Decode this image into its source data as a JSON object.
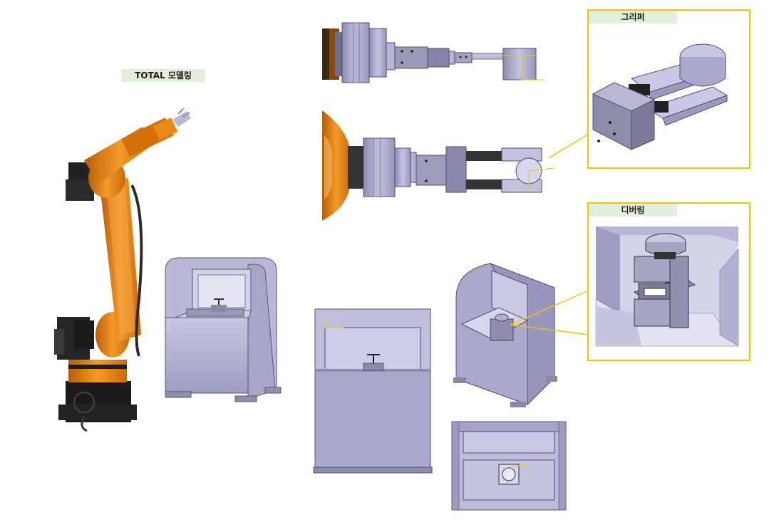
{
  "labels": {
    "total": "TOTAL 모델링",
    "gripper": "그리퍼",
    "deburring": "디버링"
  },
  "colors": {
    "callout": "#f2c300",
    "robot_orange": "#e07b0c",
    "robot_black": "#1b1b1b",
    "machine_lavender": "#a9a9cc",
    "label_bg": "#e2efda"
  }
}
